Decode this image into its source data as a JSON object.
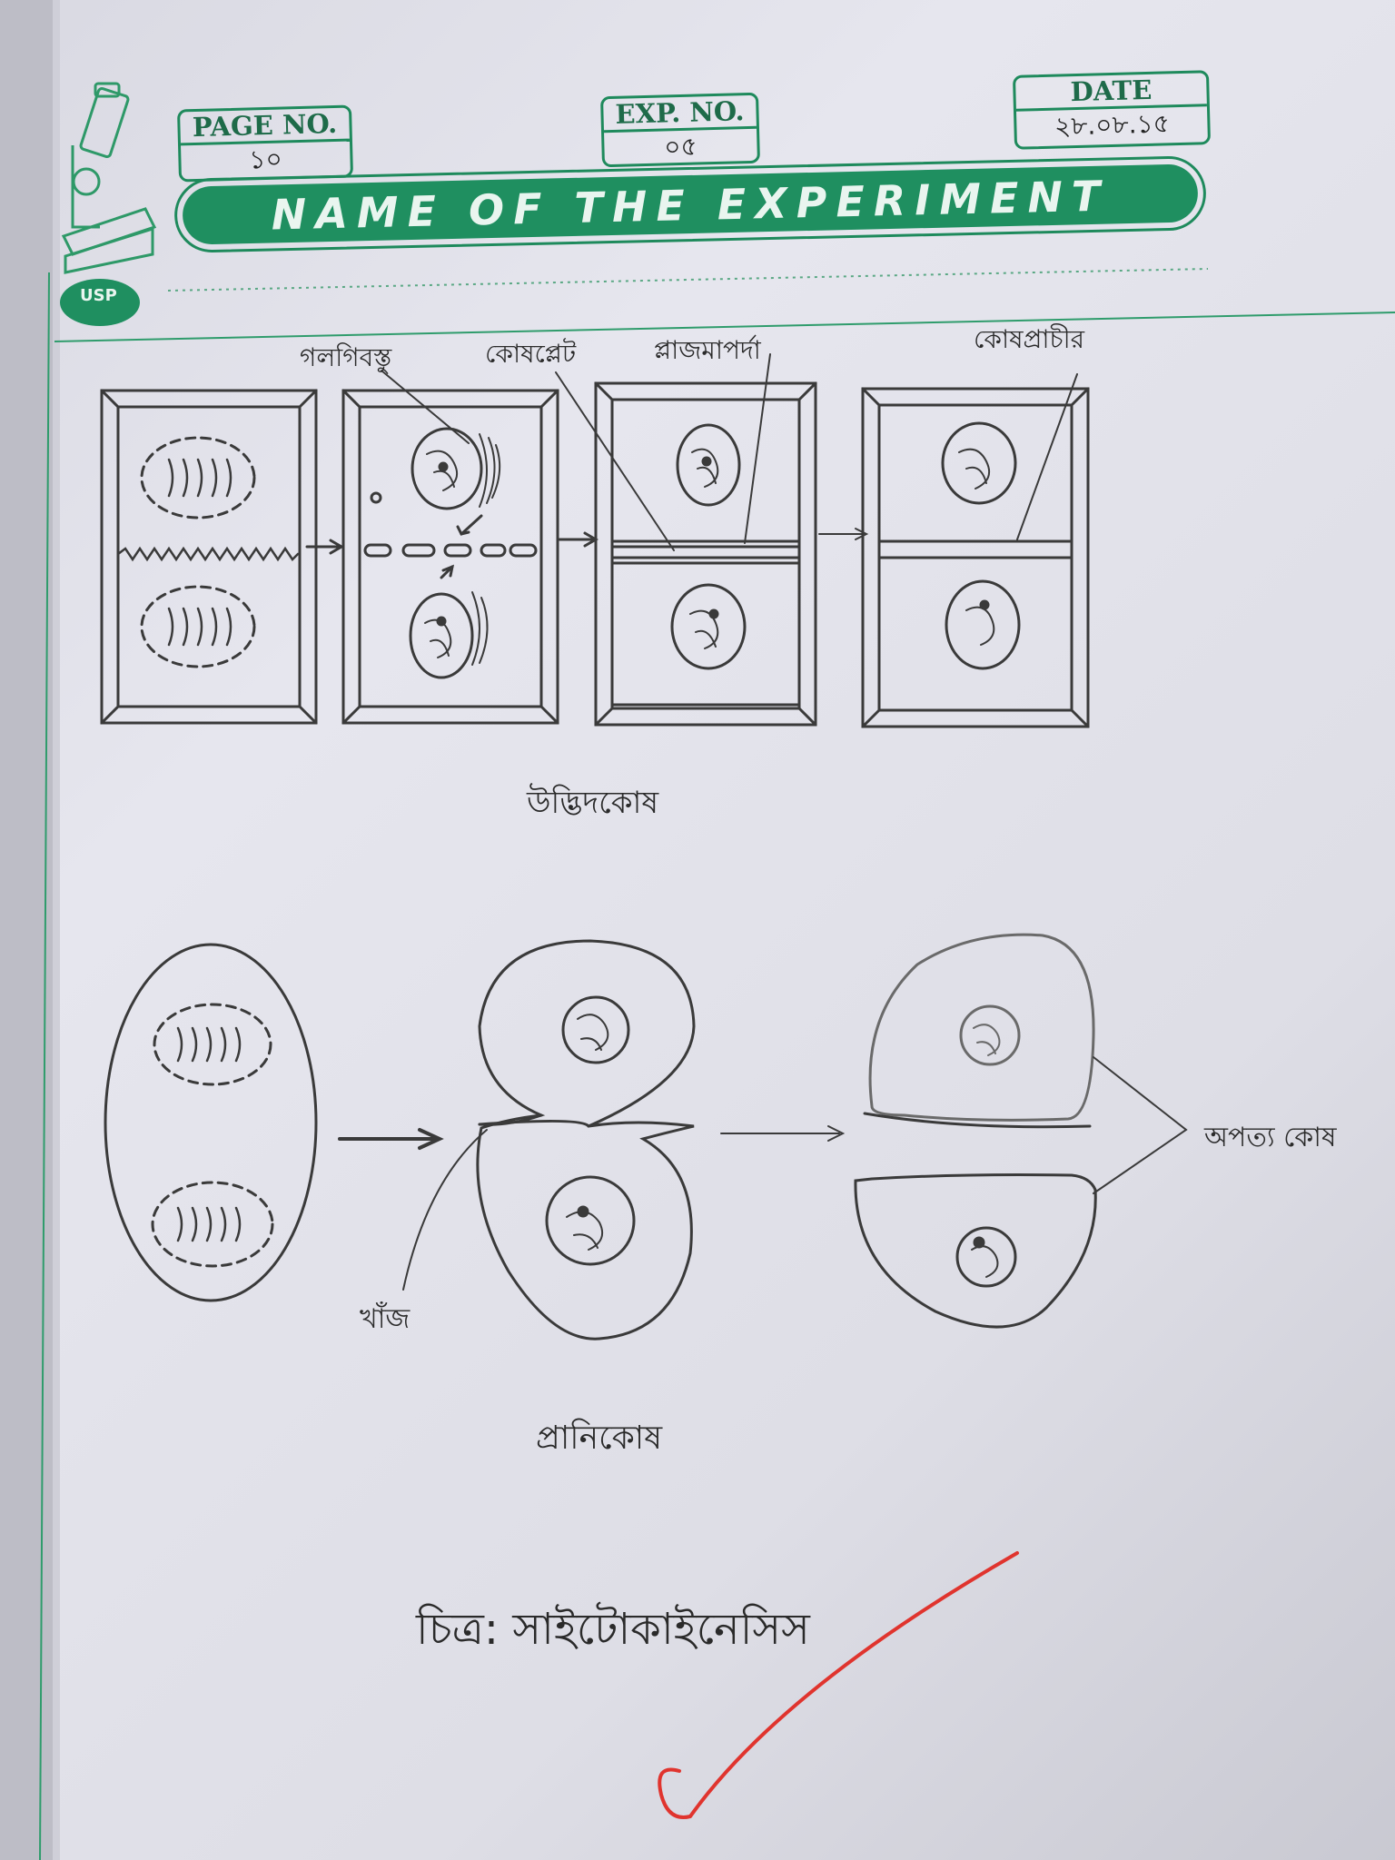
{
  "header": {
    "page_no_label": "PAGE NO.",
    "page_no_value": "১০",
    "exp_no_label": "EXP. NO.",
    "exp_no_value": "০৫",
    "date_label": "DATE",
    "date_value": "২৮.০৮.১৫",
    "banner_title": "NAME OF THE EXPERIMENT",
    "logo_text": "USP"
  },
  "plant_diagram": {
    "labels": {
      "golgi": "গলগিবস্তু",
      "cell_plate": "কোষপ্লেট",
      "plasma_membrane": "প্লাজমাপর্দা",
      "cell_wall": "কোষপ্রাচীর"
    },
    "caption": "উদ্ভিদকোষ"
  },
  "animal_diagram": {
    "labels": {
      "furrow": "খাঁজ",
      "daughter_cells": "অপত্য কোষ"
    },
    "caption": "প্রানিকোষ"
  },
  "figure_caption": "চিত্র: সাইটোকাইনেসিস",
  "colors": {
    "accent_green": "#1e8a5c",
    "ink": "#2a2a2a",
    "check_red": "#e0342e"
  },
  "icons": [
    "microscope-icon",
    "checkmark-icon"
  ]
}
